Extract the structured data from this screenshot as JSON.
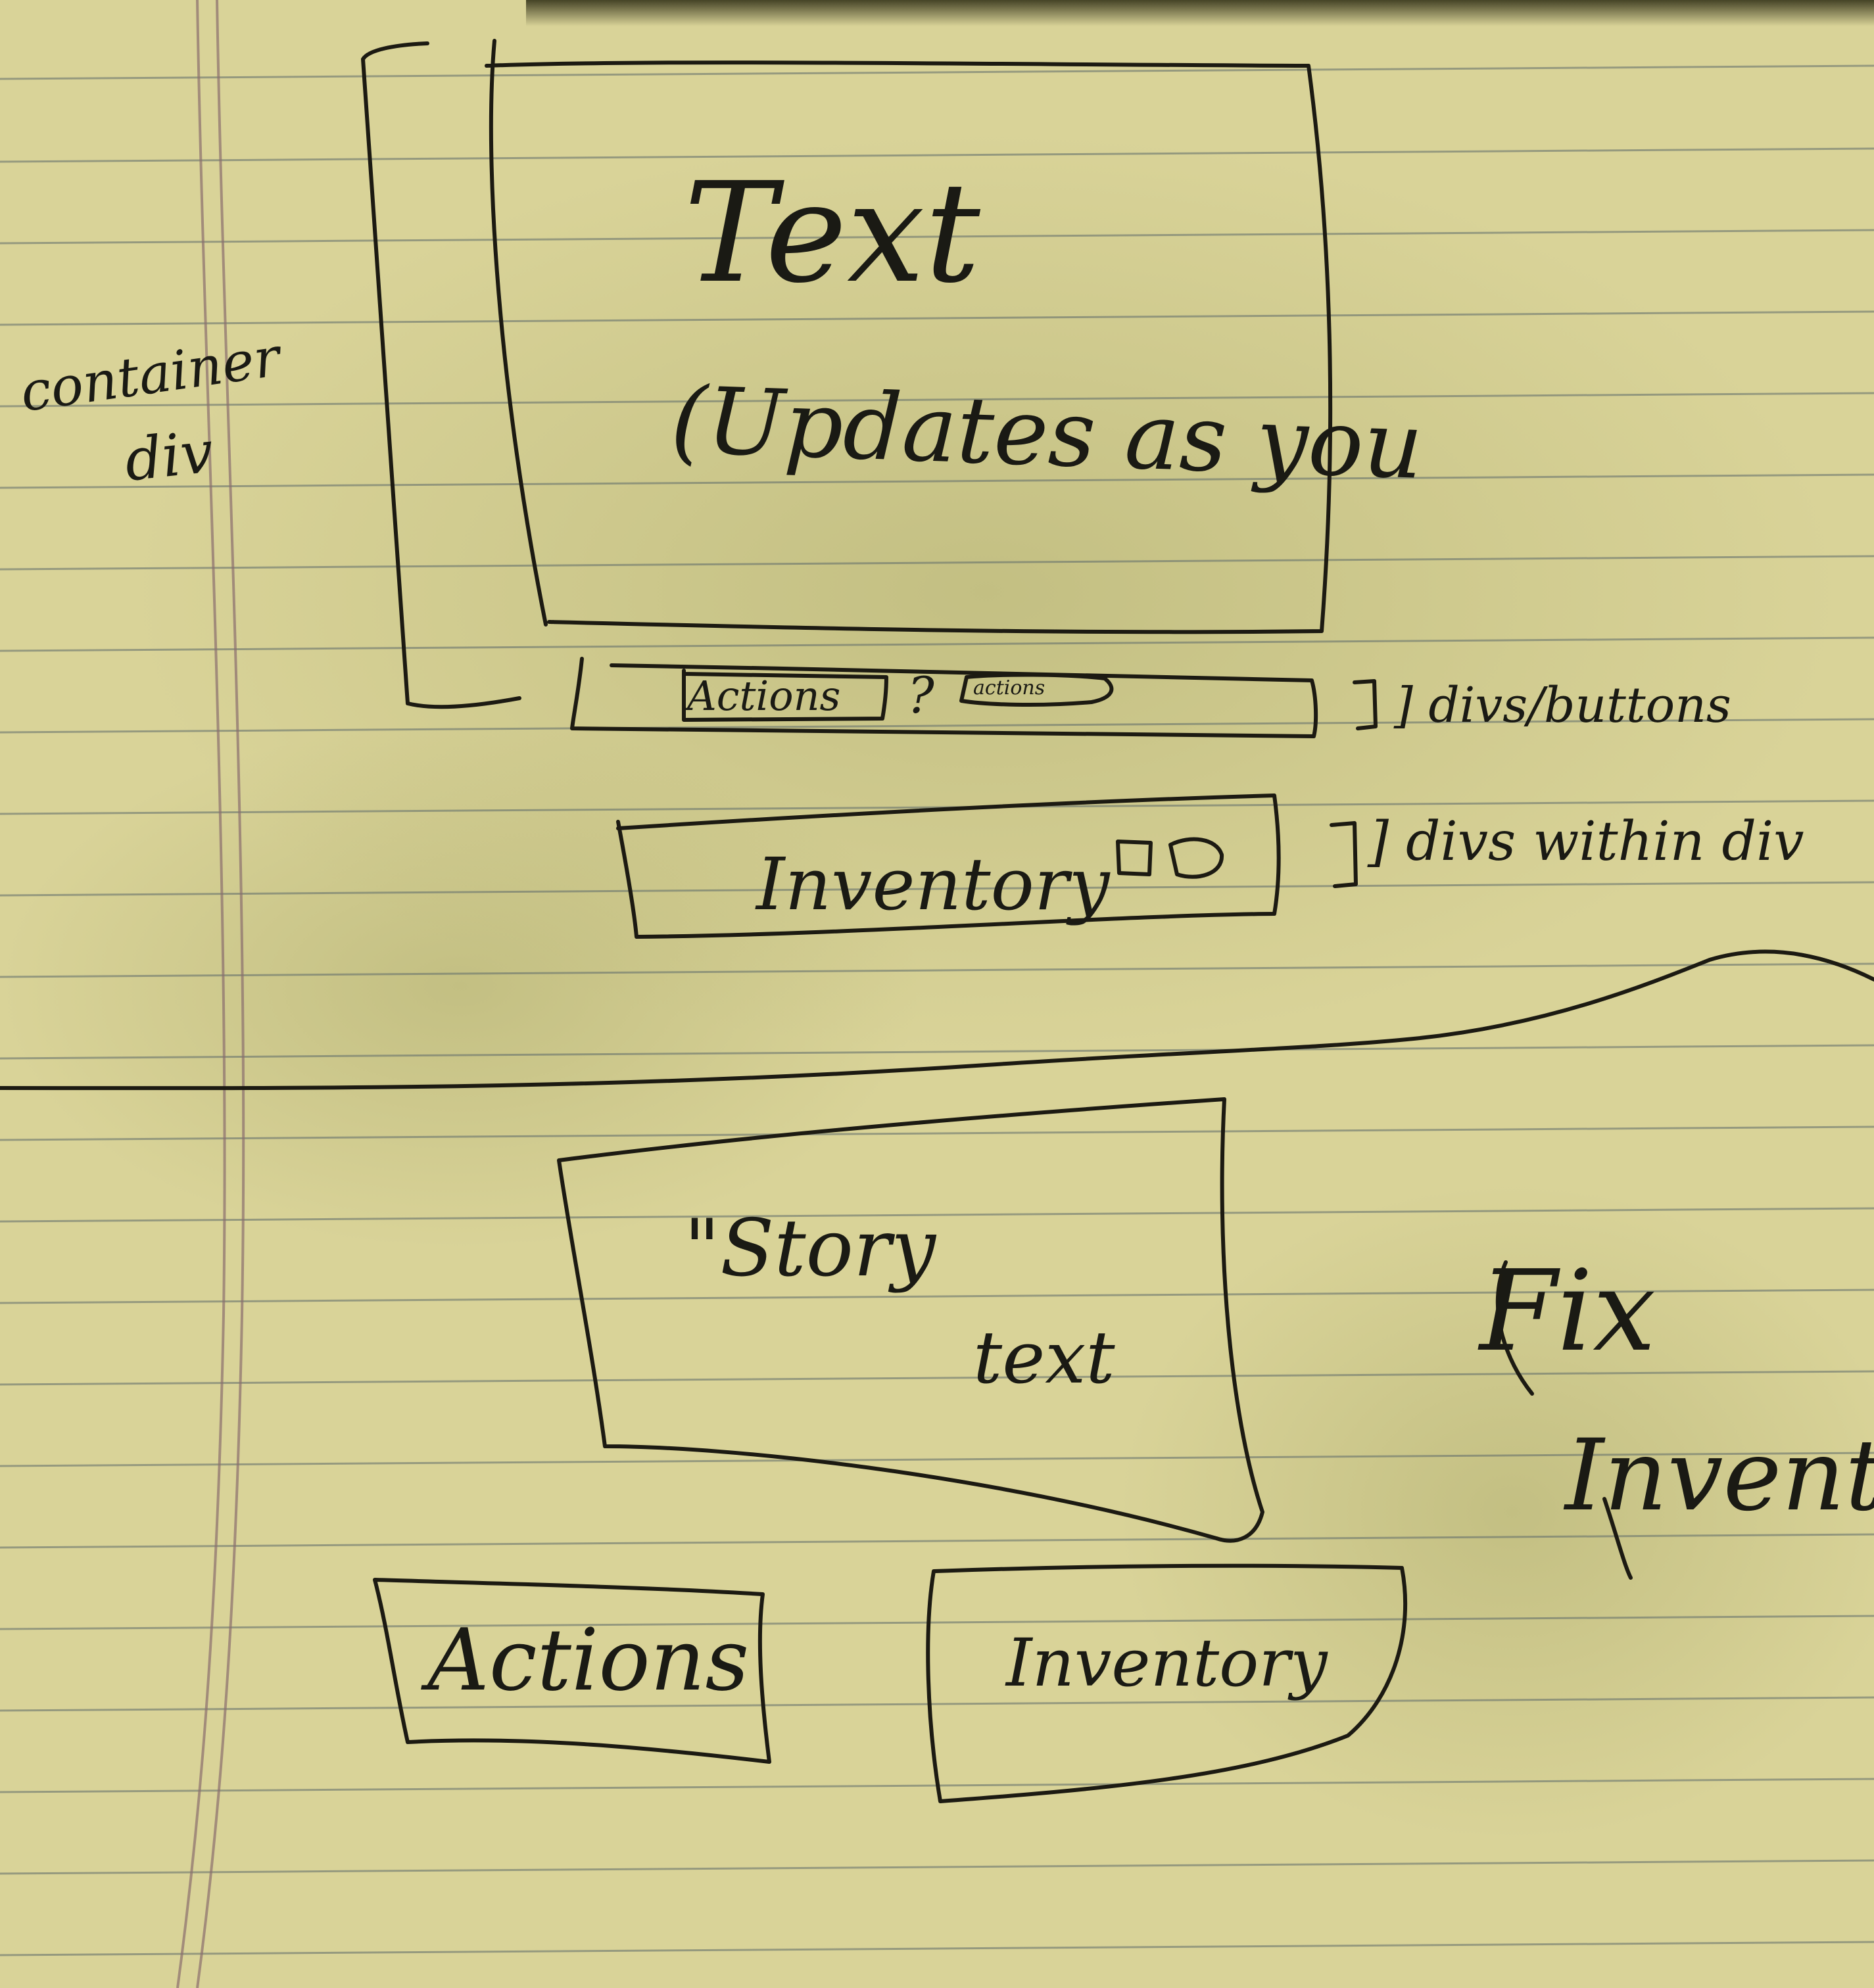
{
  "annotations": {
    "container_div": [
      "container",
      "div"
    ],
    "divs_buttons": "] divs/buttons",
    "divs_within": "] divs within div",
    "fix": "Fix",
    "inventory_note": "Inventory"
  },
  "top_mockup": {
    "text_title": "Text",
    "text_subtitle": "(Updates as you",
    "actions_button": "Actions",
    "separator": "?",
    "actions_small": "actions",
    "inventory_label": "Inventory"
  },
  "bottom_mockup": {
    "story_label": "\"Story",
    "story_text": "text",
    "actions_button": "Actions",
    "inventory_button": "Inventory"
  }
}
